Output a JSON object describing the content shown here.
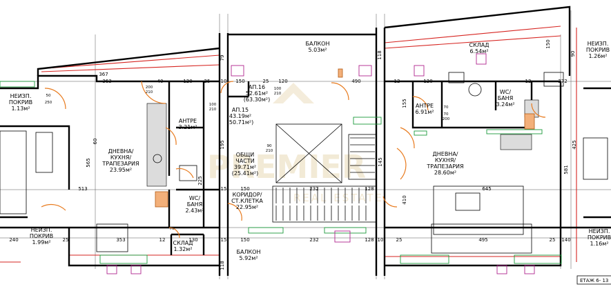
{
  "rooms": {
    "neizp_tl": {
      "l1": "НЕИЗП.",
      "l2": "ПОКРИВ",
      "l3": "1.13м²"
    },
    "neizp_bl": {
      "l1": "НЕИЗП.",
      "l2": "ПОКРИВ",
      "l3": "1.99м²"
    },
    "neizp_tr": {
      "l1": "НЕИЗП.",
      "l2": "ПОКРИВ",
      "l3": "1.26м²"
    },
    "neizp_br": {
      "l1": "НЕИЗП.",
      "l2": "ПОКРИВ",
      "l3": "1.16м²"
    },
    "dnevna_l": {
      "l1": "ДНЕВНА/",
      "l2": "КУХНЯ/",
      "l3": "ТРАПЕЗАРИЯ",
      "l4": "23.95м²"
    },
    "dnevna_r": {
      "l1": "ДНЕВНА/",
      "l2": "КУХНЯ/",
      "l3": "ТРАПЕЗАРИЯ",
      "l4": "28.60м²"
    },
    "antre_l": {
      "l1": "АНТРЕ",
      "l2": "3.21м²"
    },
    "antre_r": {
      "l1": "АНТРЕ",
      "l2": "6.91м²"
    },
    "wc_l": {
      "l1": "WC/",
      "l2": "БАНЯ",
      "l3": "2.43м²"
    },
    "wc_r": {
      "l1": "WC/",
      "l2": "БАНЯ",
      "l3": "3.24м²"
    },
    "sklad_l": {
      "l1": "СКЛАД",
      "l2": "1.32м²"
    },
    "sklad_r": {
      "l1": "СКЛАД",
      "l2": "6.54м²"
    },
    "ap15": {
      "l1": "АП.15",
      "l2": "43.19м²",
      "l3": "(50.71м²)"
    },
    "ap16": {
      "l1": "АП.16",
      "l2": "52.61м²",
      "l3": "(63.30м²)"
    },
    "obshti": {
      "l1": "ОБЩИ",
      "l2": "ЧАСТИ",
      "l3": "39.71м²",
      "l4": "(25.41м²)"
    },
    "koridor": {
      "l1": "КОРИДОР/",
      "l2": "СТ.КЛЕТКА",
      "l3": "22.95м²"
    },
    "balkon_top": {
      "l1": "БАЛКОН",
      "l2": "5.03м²"
    },
    "balkon_bot": {
      "l1": "БАЛКОН",
      "l2": "5.92м²"
    }
  },
  "dims": {
    "d367": "367",
    "d363": "363",
    "d40": "40",
    "d120a": "120",
    "d25a": "25",
    "d10a": "10",
    "d150a": "150",
    "d25b": "25",
    "d120b": "120",
    "d490": "490",
    "d12a": "12",
    "d120c": "120",
    "d12b": "12",
    "d272": "272",
    "d513": "513",
    "d15a": "15",
    "d150b": "150",
    "d232a": "232",
    "d128a": "128",
    "d645": "645",
    "d240": "240",
    "d25c": "25",
    "d353": "353",
    "d12c": "12",
    "d130": "130",
    "d15b": "15",
    "d150c": "150",
    "d232b": "232",
    "d128b": "128",
    "d10b": "10",
    "d25d": "25",
    "d495": "495",
    "d25e": "25",
    "d140": "140",
    "d565": "565",
    "d581": "581",
    "d425": "425",
    "d118a": "118",
    "d118b": "118",
    "d155": "155",
    "d145": "145",
    "d410": "410",
    "d225": "225",
    "d195": "195",
    "d79": "79",
    "d90": "90",
    "d150v": "150",
    "d60": "60",
    "d70a": "70",
    "d70b": "70",
    "d200": "200",
    "d210a": "210",
    "d100a": "100",
    "d210b": "210",
    "d100b": "100",
    "d210c": "210",
    "d90b": "90",
    "d210d": "210",
    "d70c": "70",
    "d200b": "200",
    "d50": "50",
    "d250": "250"
  },
  "watermark": {
    "brand": "PREMIER",
    "sub": "REAL ESTATE"
  },
  "floor_tag": "ЕТАЖ 6- 13"
}
